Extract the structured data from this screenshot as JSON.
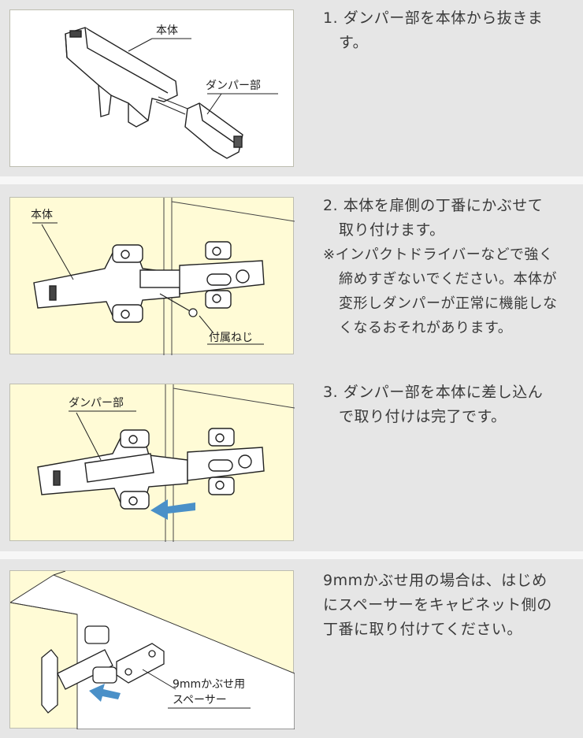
{
  "steps": [
    {
      "num": "1.",
      "line1": "ダンパー部を本体から抜きま",
      "line2": "す。",
      "labels": {
        "body": "本体",
        "damper": "ダンパー部"
      }
    },
    {
      "num": "2.",
      "line1": "本体を扉側の丁番にかぶせて",
      "line2": "取り付けます。",
      "note_mark": "※",
      "note1": "インパクトドライバーなどで強く",
      "note2": "締めすぎないでください。本体が",
      "note3": "変形しダンパーが正常に機能しな",
      "note4": "くなるおそれがあります。",
      "labels": {
        "body": "本体",
        "screw": "付属ねじ"
      }
    },
    {
      "num": "3.",
      "line1": "ダンパー部を本体に差し込ん",
      "line2": "で取り付けは完了です。",
      "labels": {
        "damper": "ダンパー部"
      }
    },
    {
      "line1": "9mmかぶせ用の場合は、はじめ",
      "line2": "にスペーサーをキャビネット側の",
      "line3": "丁番に取り付けてください。",
      "labels": {
        "spacer1": "9mmかぶせ用",
        "spacer2": "スペーサー"
      }
    }
  ],
  "colors": {
    "panel_bg": "#fffbd6",
    "arrow": "#4a90c8"
  }
}
